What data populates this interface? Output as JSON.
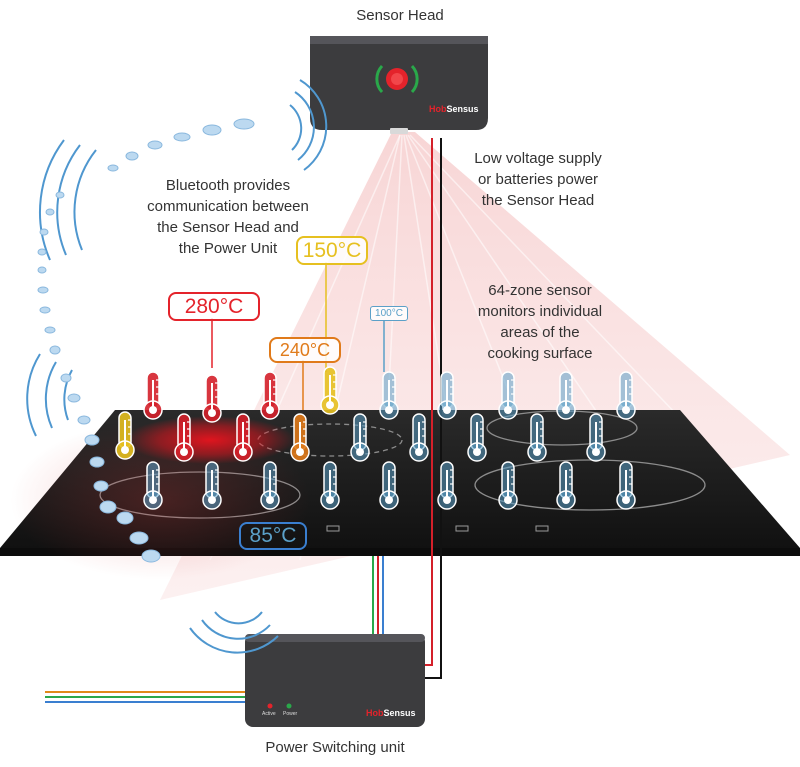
{
  "labels": {
    "sensor_head": "Sensor Head",
    "power_unit": "Power Switching unit",
    "bluetooth": [
      "Bluetooth provides",
      "communication between",
      "the Sensor Head and",
      "the Power Unit"
    ],
    "supply": [
      "Low voltage supply",
      "or batteries power",
      "the Sensor Head"
    ],
    "zones": [
      "64-zone sensor",
      "monitors individual",
      "areas of the",
      "cooking surface"
    ]
  },
  "brand": {
    "name_part1": "Hob",
    "name_part2": "Sensus"
  },
  "power_unit_indicators": {
    "active": "Active",
    "power": "Power"
  },
  "temperatures": {
    "t280": "280°C",
    "t150": "150°C",
    "t240": "240°C",
    "t100": "100°C",
    "t85": "85°C"
  },
  "colors": {
    "hot": "#d4202a",
    "warm": "#e07a1a",
    "mild": "#e6c020",
    "cool": "#5ba0c8",
    "device": "#3c3c3e",
    "hob": "#1c1c1c",
    "bluetooth": "#4f97cf"
  }
}
